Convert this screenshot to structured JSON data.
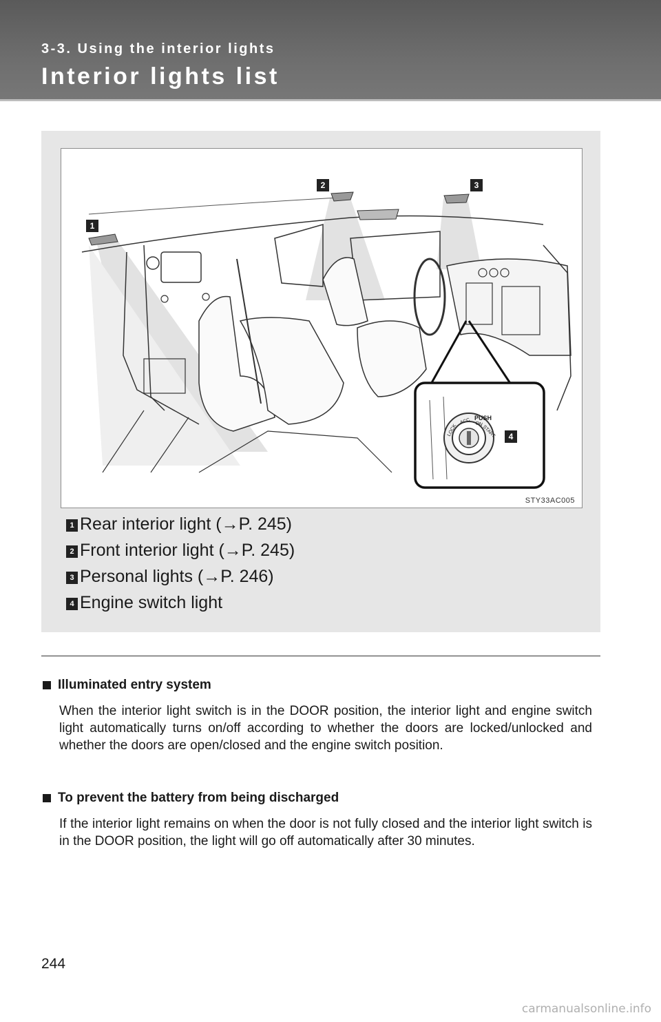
{
  "header": {
    "section_label": "3-3. Using the interior lights",
    "title": "Interior lights list"
  },
  "figure": {
    "figure_id": "STY33AC005",
    "callouts": [
      "1",
      "2",
      "3",
      "4"
    ],
    "switch_labels": [
      "PUSH",
      "LOCK",
      "ACC",
      "ON",
      "START"
    ]
  },
  "legend": [
    {
      "number": "1",
      "text": "Rear interior light (→P. 245)"
    },
    {
      "number": "2",
      "text": "Front interior light (→P. 245)"
    },
    {
      "number": "3",
      "text": "Personal lights (→P. 246)"
    },
    {
      "number": "4",
      "text": "Engine switch light"
    }
  ],
  "notes": [
    {
      "heading": "Illuminated entry system",
      "body": "When the interior light switch is in the DOOR position, the interior light and engine switch light automatically turns on/off according to whether the doors are locked/unlocked and whether the doors are open/closed and the engine switch position."
    },
    {
      "heading": "To prevent the battery from being discharged",
      "body": "If the interior light remains on when the door is not fully closed and the interior light switch is in the DOOR position, the light will go off automatically after 30 minutes."
    }
  ],
  "page_number": "244",
  "watermark": "carmanualsonline.info"
}
